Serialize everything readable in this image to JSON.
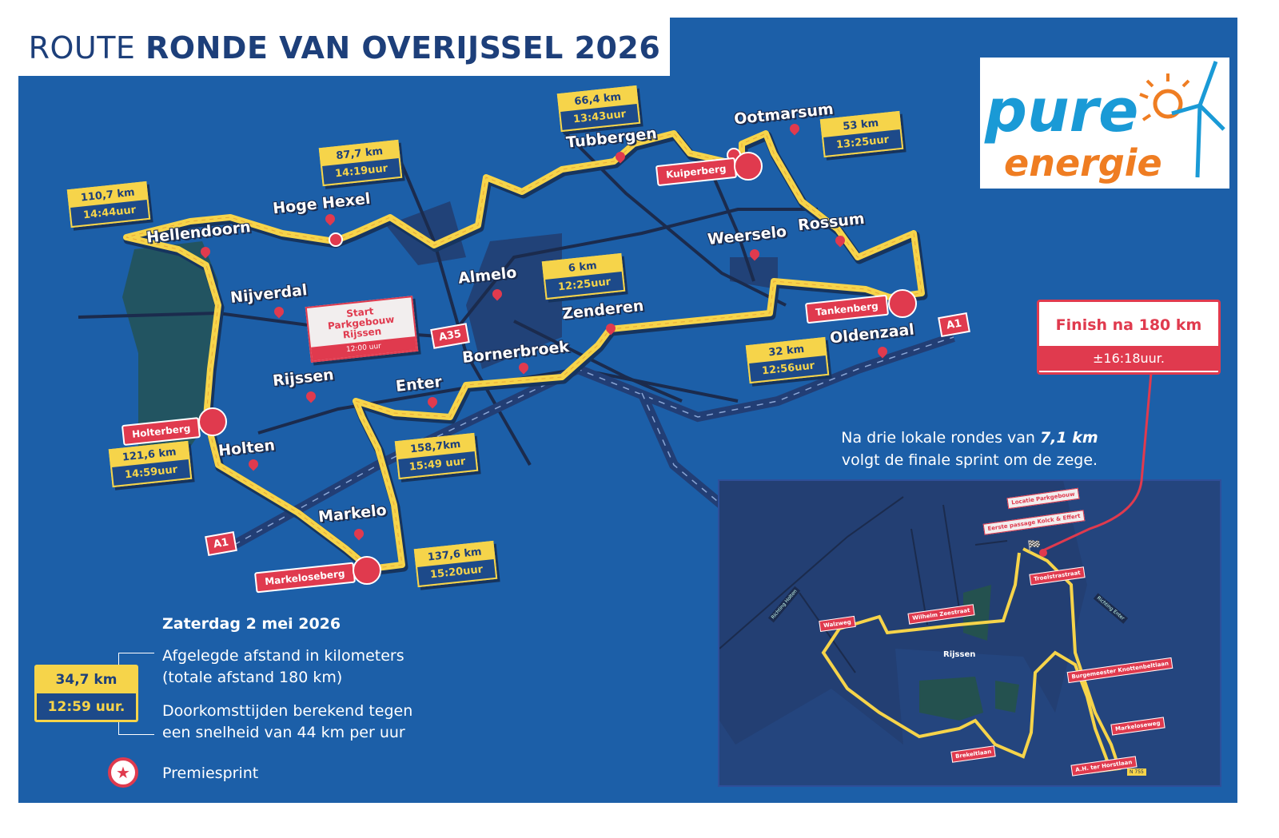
{
  "title": {
    "prefix": "ROUTE",
    "main": "RONDE VAN OVERIJSSEL 2026"
  },
  "logo": {
    "line1": "pure",
    "line2": "energie"
  },
  "colors": {
    "water_bg": "#1c5fa8",
    "route": "#f6d44a",
    "accent_red": "#e03a4e",
    "navy": "#1d3f7a",
    "forest": "#24514f"
  },
  "places": [
    "Ootmarsum",
    "Tubbergen",
    "Hoge Hexel",
    "Hellendoorn",
    "Nijverdal",
    "Almelo",
    "Weerselo",
    "Rossum",
    "Zenderen",
    "Oldenzaal",
    "Bornerbroek",
    "Rijssen",
    "Enter",
    "Holten",
    "Markelo"
  ],
  "checkpoints": [
    {
      "km": "110,7 km",
      "time": "14:44uur"
    },
    {
      "km": "87,7 km",
      "time": "14:19uur"
    },
    {
      "km": "66,4 km",
      "time": "13:43uur"
    },
    {
      "km": "53 km",
      "time": "13:25uur"
    },
    {
      "km": "6 km",
      "time": "12:25uur"
    },
    {
      "km": "32 km",
      "time": "12:56uur"
    },
    {
      "km": "158,7km",
      "time": "15:49 uur"
    },
    {
      "km": "121,6 km",
      "time": "14:59uur"
    },
    {
      "km": "137,6 km",
      "time": "15:20uur"
    }
  ],
  "climbs": [
    "Kuiperberg",
    "Tankenberg",
    "Holterberg",
    "Markeloseberg"
  ],
  "roads": {
    "a1": "A1",
    "a35": "A35"
  },
  "start": {
    "label1": "Start",
    "label2": "Parkgebouw",
    "label3": "Rijssen",
    "time": "12:00 uur"
  },
  "finish": {
    "label": "Finish na  180 km",
    "time": "±16:18uur."
  },
  "inset_note": {
    "line1_pre": "Na drie lokale rondes van ",
    "line1_em": "7,1 km",
    "line2": "volgt de finale sprint om de zege."
  },
  "inset": {
    "town": "Rijssen",
    "signs": [
      "Locatie Parkgebouw",
      "Eerste passage Kolck & Effert",
      "Troelstrastraat",
      "Walzweg",
      "Wilhelm Zeestraat",
      "Burgemeester Knottenbeltlaan",
      "Markeloseweg",
      "Brekeltlaan",
      "A.H. ter Horstlaan"
    ],
    "directions": [
      "Richting Holten",
      "Richting Enter"
    ],
    "road": "N 755"
  },
  "legend": {
    "date": "Zaterdag 2 mei 2026",
    "sample_km": "34,7 km",
    "sample_time": "12:59 uur.",
    "distance_line1": "Afgelegde afstand in kilometers",
    "distance_line2": "(totale afstand  180 km)",
    "times_line1": "Doorkomsttijden berekend tegen",
    "times_line2": "een snelheid van 44 km per uur",
    "sprint": "Premiesprint"
  }
}
